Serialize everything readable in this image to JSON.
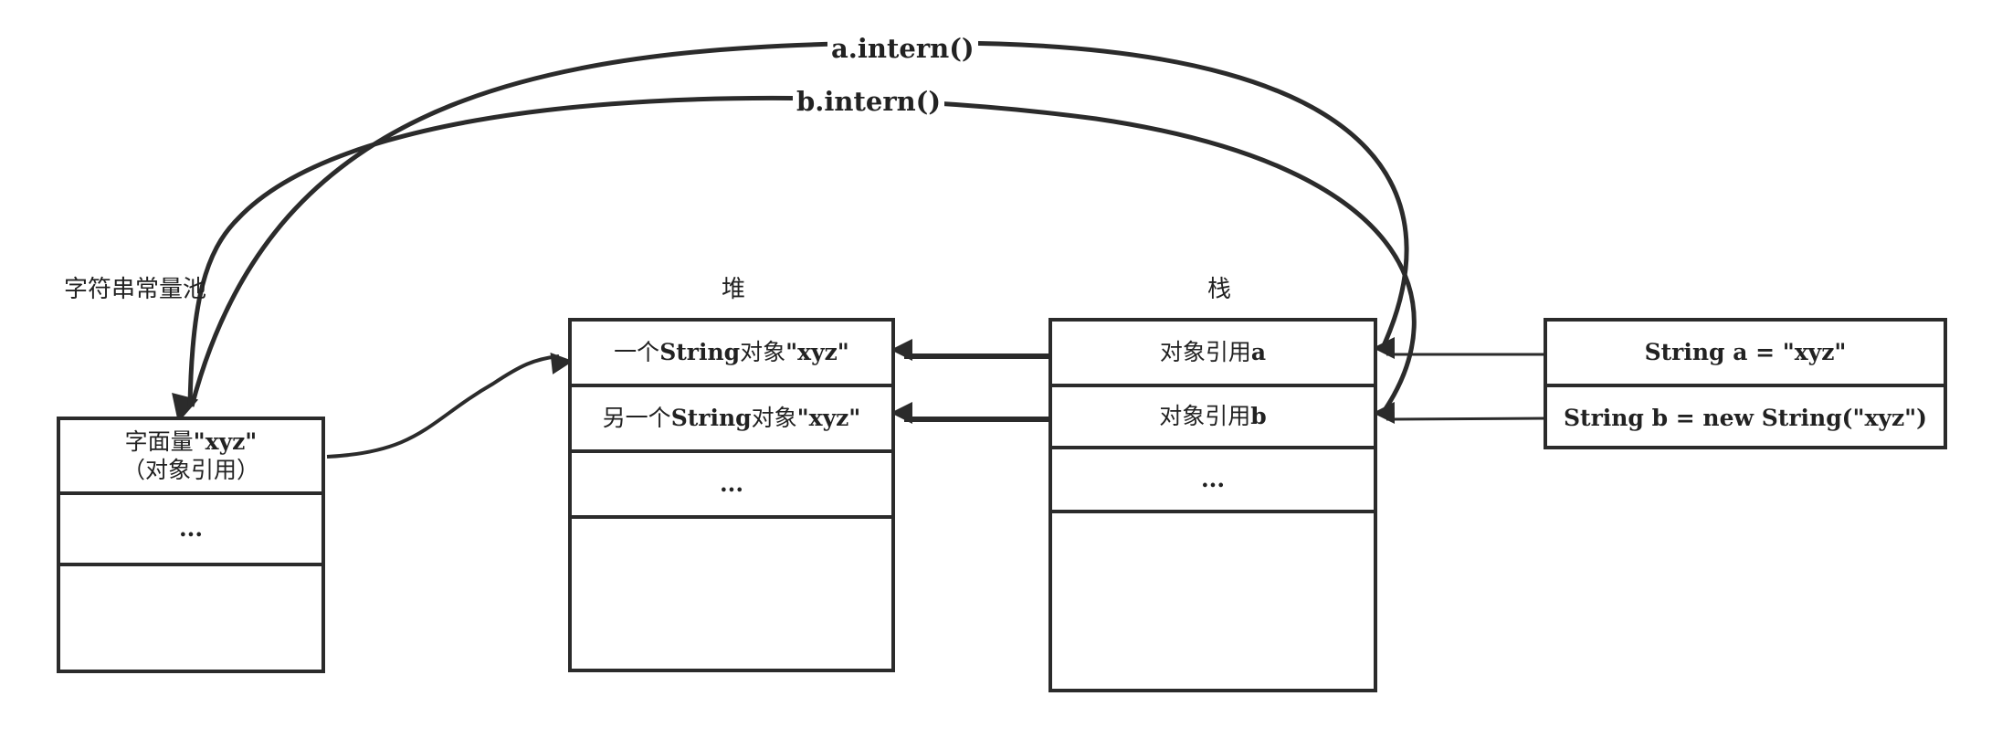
{
  "sections": {
    "pool": "字符串常量池",
    "heap": "堆",
    "stack": "栈"
  },
  "pool_cells": {
    "literal_line1_prefix": "字面量",
    "literal_line1_value": "\"xyz\"",
    "literal_line2": "（对象引用）",
    "ellipsis": "..."
  },
  "heap_cells": {
    "obj1_prefix": "一个",
    "obj1_bold": "String",
    "obj1_mid": "对象",
    "obj1_value": "\"xyz\"",
    "obj2_prefix": "另一个",
    "obj2_bold": "String",
    "obj2_mid": "对象",
    "obj2_value": "\"xyz\"",
    "ellipsis": "..."
  },
  "stack_cells": {
    "ref_a_prefix": "对象引用",
    "ref_a_var": "a",
    "ref_b_prefix": "对象引用",
    "ref_b_var": "b",
    "ellipsis": "..."
  },
  "code": {
    "line_a": "String a = \"xyz\"",
    "line_b": "String b = new String(\"xyz\")"
  },
  "arrows": {
    "a_intern": "a.intern()",
    "b_intern": "b.intern()"
  },
  "colors": {
    "stroke": "#2b2b2b",
    "background": "#ffffff"
  }
}
